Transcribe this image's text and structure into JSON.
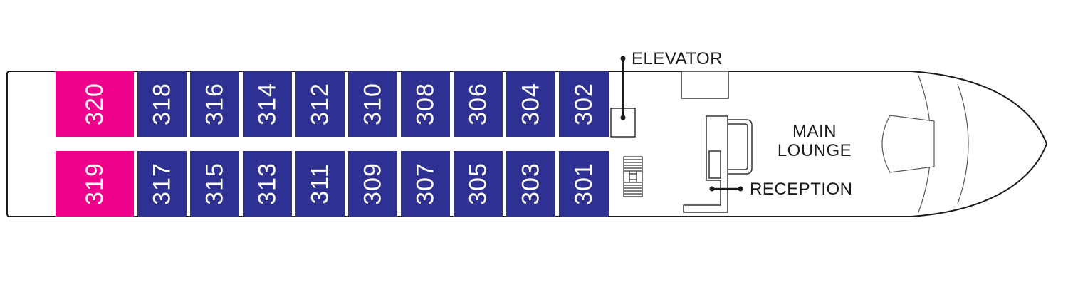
{
  "colors": {
    "standard_cabin": "#2e3192",
    "suite_cabin": "#ec008c",
    "outline": "#1a1a1a",
    "fixture": "#333333"
  },
  "cabins": {
    "top_row": [
      {
        "number": "320",
        "type": "suite"
      },
      {
        "number": "318",
        "type": "standard"
      },
      {
        "number": "316",
        "type": "standard"
      },
      {
        "number": "314",
        "type": "standard"
      },
      {
        "number": "312",
        "type": "standard"
      },
      {
        "number": "310",
        "type": "standard"
      },
      {
        "number": "308",
        "type": "standard"
      },
      {
        "number": "306",
        "type": "standard"
      },
      {
        "number": "304",
        "type": "standard"
      },
      {
        "number": "302",
        "type": "standard"
      }
    ],
    "bottom_row": [
      {
        "number": "319",
        "type": "suite"
      },
      {
        "number": "317",
        "type": "standard"
      },
      {
        "number": "315",
        "type": "standard"
      },
      {
        "number": "313",
        "type": "standard"
      },
      {
        "number": "311",
        "type": "standard"
      },
      {
        "number": "309",
        "type": "standard"
      },
      {
        "number": "307",
        "type": "standard"
      },
      {
        "number": "305",
        "type": "standard"
      },
      {
        "number": "303",
        "type": "standard"
      },
      {
        "number": "301",
        "type": "standard"
      }
    ]
  },
  "labels": {
    "elevator": "ELEVATOR",
    "lounge_line1": "MAIN",
    "lounge_line2": "LOUNGE",
    "reception": "RECEPTION"
  }
}
